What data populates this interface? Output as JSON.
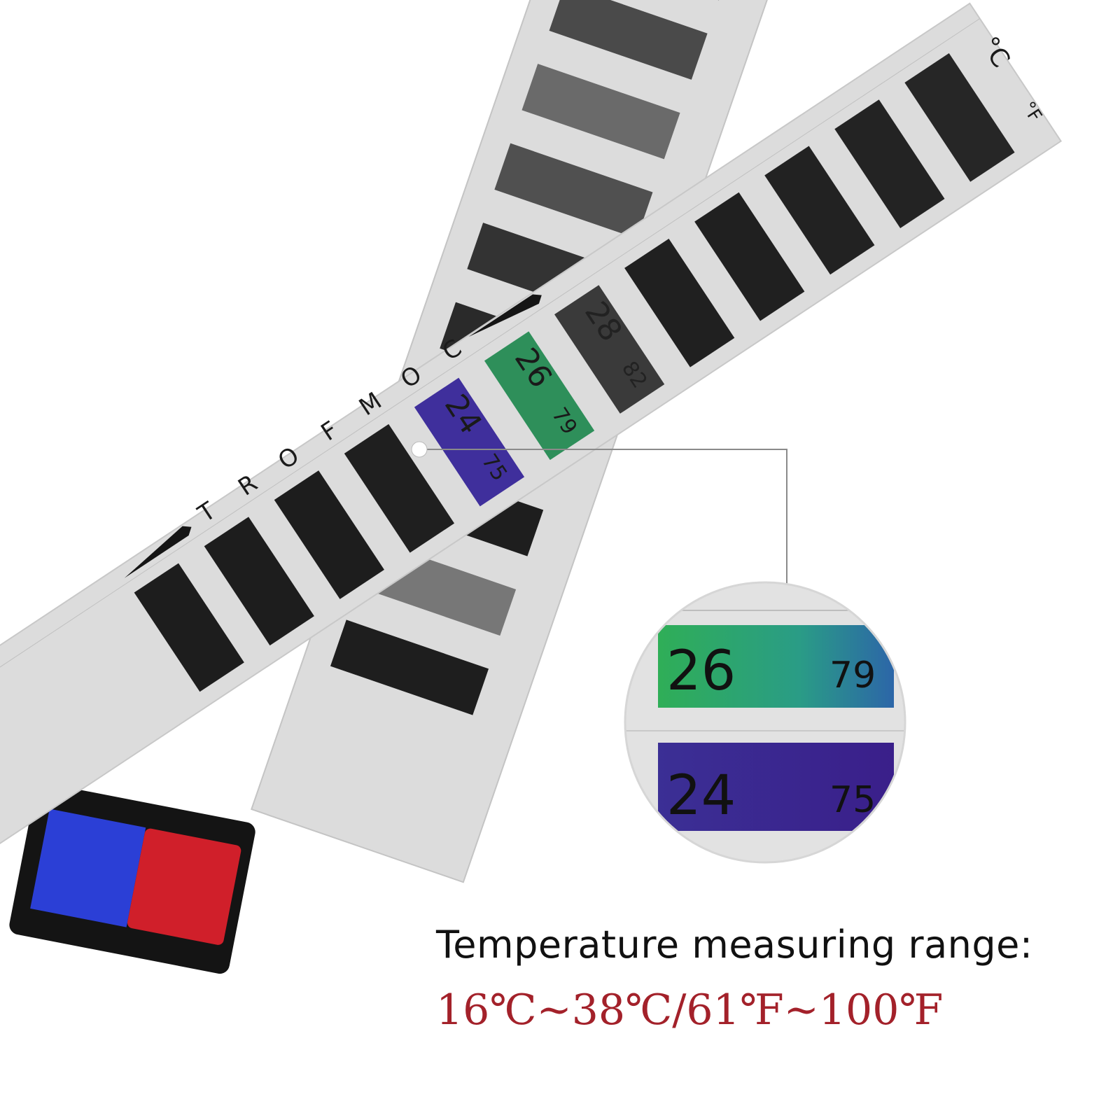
{
  "strip": {
    "word_letters": [
      "T",
      "R",
      "O",
      "F",
      "M",
      "O",
      "C"
    ],
    "unit_c": "°C",
    "unit_f": "°F"
  },
  "cells": [
    {
      "celsius": "24",
      "fahrenheit": "75",
      "color": "#3f2f9c"
    },
    {
      "celsius": "26",
      "fahrenheit": "79",
      "color": "#2e8f5a"
    },
    {
      "celsius": "28",
      "fahrenheit": "82",
      "color": "#3a3a3a"
    }
  ],
  "zoom": {
    "top_celsius": "26",
    "top_fahrenheit": "79",
    "bottom_celsius": "24",
    "bottom_fahrenheit": "75"
  },
  "swatches": {
    "cold": "#2b3fd6",
    "hot": "#d01f2a"
  },
  "caption": {
    "title": "Temperature measuring range:",
    "range": "16℃~38℃/61℉~100℉",
    "range_color": "#a3212a"
  }
}
